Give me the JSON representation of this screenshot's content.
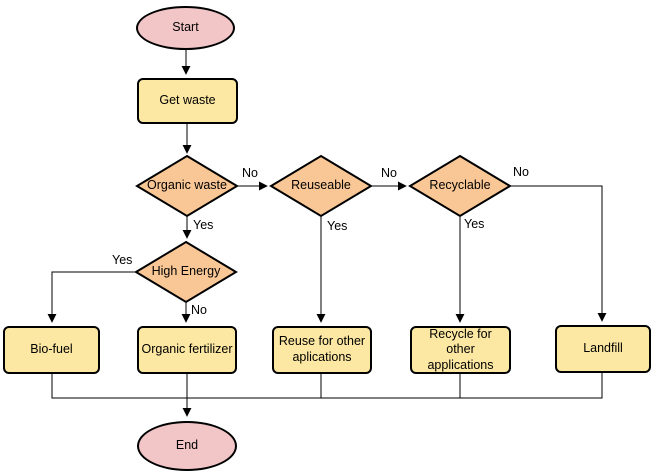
{
  "diagram": {
    "type": "flowchart",
    "background": "#ffffff",
    "colors": {
      "terminator_fill": "#f2c5c7",
      "process_fill": "#fce8a2",
      "decision_fill": "#f9c795",
      "shape_border": "#000000",
      "connector": "#000000",
      "label_text": "#000000"
    },
    "nodes": [
      {
        "id": "start",
        "type": "terminator",
        "label": "Start"
      },
      {
        "id": "get-waste",
        "type": "process",
        "label": "Get waste"
      },
      {
        "id": "organic-waste",
        "type": "decision",
        "label": "Organic waste"
      },
      {
        "id": "reuseable",
        "type": "decision",
        "label": "Reuseable"
      },
      {
        "id": "recyclable",
        "type": "decision",
        "label": "Recyclable"
      },
      {
        "id": "high-energy",
        "type": "decision",
        "label": "High Energy"
      },
      {
        "id": "bio-fuel",
        "type": "process",
        "label": "Bio-fuel"
      },
      {
        "id": "organic-fertilizer",
        "type": "process",
        "label": "Organic fertilizer"
      },
      {
        "id": "reuse-for-other-aplications",
        "type": "process",
        "label": "Reuse for other aplications"
      },
      {
        "id": "recycle-for-other-applications",
        "type": "process",
        "label": "Recycle for other applications"
      },
      {
        "id": "landfill",
        "type": "process",
        "label": "Landfill"
      },
      {
        "id": "end",
        "type": "terminator",
        "label": "End"
      }
    ],
    "edges": [
      {
        "from": "start",
        "to": "get-waste",
        "label": ""
      },
      {
        "from": "get-waste",
        "to": "organic-waste",
        "label": ""
      },
      {
        "from": "organic-waste",
        "to": "reuseable",
        "label": "No"
      },
      {
        "from": "reuseable",
        "to": "recyclable",
        "label": "No"
      },
      {
        "from": "recyclable",
        "to": "landfill",
        "label": "No"
      },
      {
        "from": "organic-waste",
        "to": "high-energy",
        "label": "Yes"
      },
      {
        "from": "high-energy",
        "to": "bio-fuel",
        "label": "Yes"
      },
      {
        "from": "high-energy",
        "to": "organic-fertilizer",
        "label": "No"
      },
      {
        "from": "reuseable",
        "to": "reuse-for-other-aplications",
        "label": "Yes"
      },
      {
        "from": "recyclable",
        "to": "recycle-for-other-applications",
        "label": "Yes"
      },
      {
        "from": "bio-fuel",
        "to": "end",
        "label": ""
      },
      {
        "from": "organic-fertilizer",
        "to": "end",
        "label": ""
      },
      {
        "from": "reuse-for-other-aplications",
        "to": "end",
        "label": ""
      },
      {
        "from": "recycle-for-other-applications",
        "to": "end",
        "label": ""
      },
      {
        "from": "landfill",
        "to": "end",
        "label": ""
      }
    ]
  }
}
